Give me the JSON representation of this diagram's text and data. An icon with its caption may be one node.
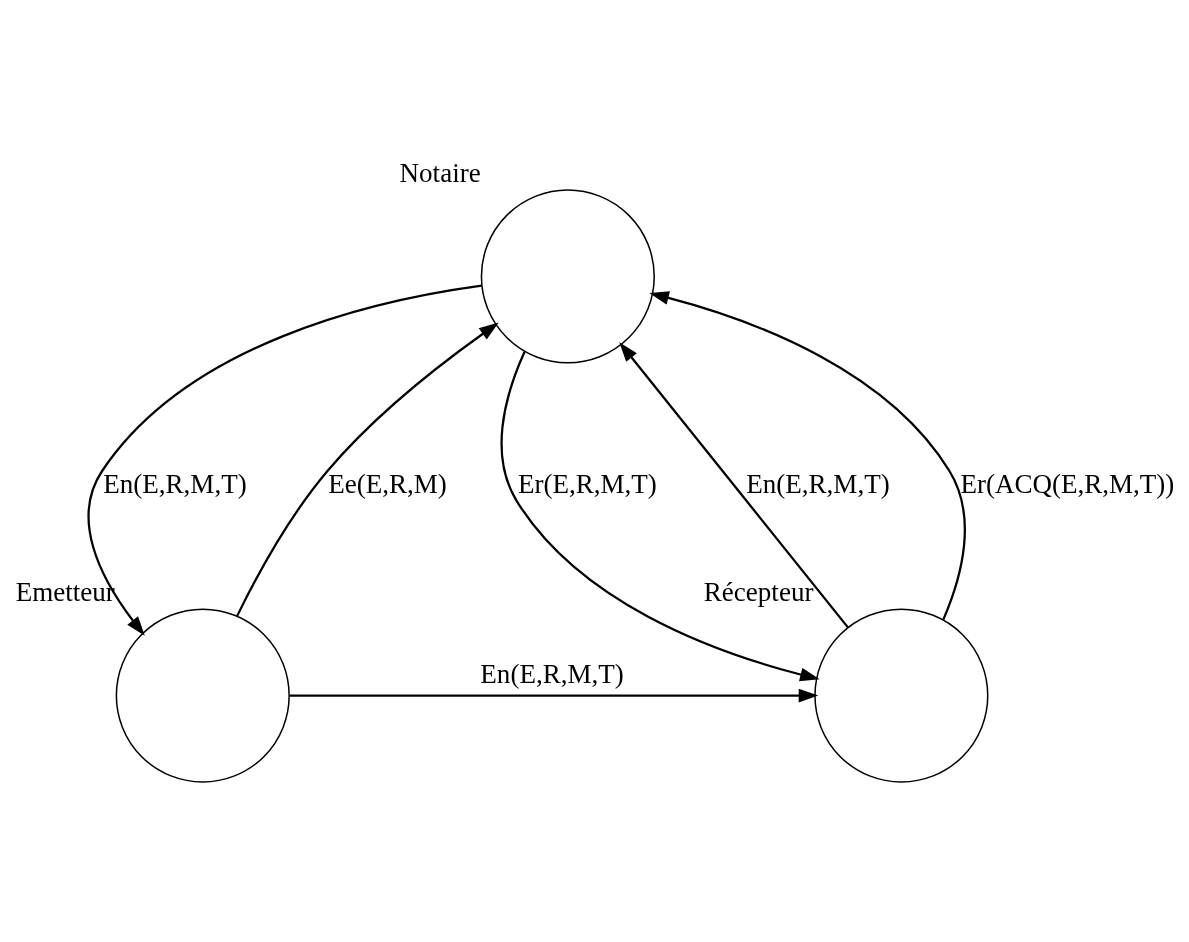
{
  "diagram": {
    "nodes": [
      {
        "text": [
          "Notaire"
        ]
      },
      {
        "text": [
          "Emetteur"
        ]
      },
      {
        "text": [
          "Récepteur"
        ]
      }
    ],
    "edges": [
      {
        "from": 1,
        "to": 0,
        "arrow": "to",
        "label": "Ee(E,R,M)"
      },
      {
        "from": 0,
        "to": 1,
        "arrow": "to",
        "label": "En(E,R,M,T)"
      },
      {
        "from": 0,
        "to": 2,
        "arrow": "to",
        "label": "Er(E,R,M,T)"
      },
      {
        "from": 2,
        "to": 0,
        "arrow": "to",
        "label": "En(E,R,M,T)"
      },
      {
        "from": 2,
        "to": 0,
        "arrow": "to",
        "label": "Er(ACQ(E,R,M,T))"
      },
      {
        "from": 1,
        "to": 2,
        "arrow": "to",
        "label": "En(E,R,M,T)"
      }
    ]
  }
}
